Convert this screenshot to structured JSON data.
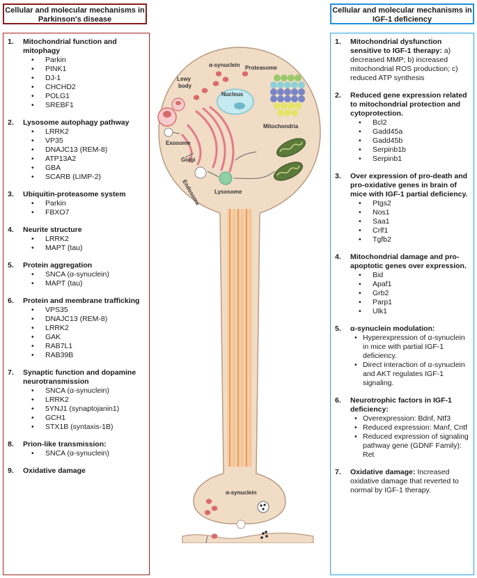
{
  "left_header": "Cellular and molecular mechanisms in Parkinson's disease",
  "right_header": "Cellular and molecular mechanisms in IGF-1 deficiency",
  "left_sections": [
    {
      "num": "1.",
      "title": "Mitochondrial function and mitophagy",
      "items": [
        "Parkin",
        "PINK1",
        "DJ-1",
        "CHCHD2",
        "POLG1",
        "SREBF1"
      ]
    },
    {
      "num": "2.",
      "title": "Lysosome autophagy pathway",
      "items": [
        "LRRK2",
        "VP35",
        "DNAJC13 (REM-8)",
        "ATP13A2",
        "GBA",
        "SCARB (LIMP-2)"
      ]
    },
    {
      "num": "3.",
      "title": "Ubiquitin-proteasome system",
      "items": [
        "Parkin",
        "FBXO7"
      ]
    },
    {
      "num": "4.",
      "title": "Neurite structure",
      "items": [
        "LRRK2",
        "MAPT (tau)"
      ]
    },
    {
      "num": "5.",
      "title": "Protein aggregation",
      "items": [
        "SNCA (α-synuclein)",
        "MAPT (tau)"
      ]
    },
    {
      "num": "6.",
      "title": "Protein and membrane trafficking",
      "items": [
        "VPS35",
        "DNAJC13 (REM-8)",
        "LRRK2",
        "GAK",
        "RAB7L1",
        "RAB39B"
      ]
    },
    {
      "num": "7.",
      "title": "Synaptic function and dopamine neurotransmission",
      "items": [
        "SNCA (α-synuclein)",
        "LRRK2",
        "5YNJ1 (synaptojanin1)",
        "GCH1",
        "STX1B (syntaxis-1B)"
      ]
    },
    {
      "num": "8.",
      "title": "Prion-like transmission:",
      "items": [
        "SNCA (α-synuclein)"
      ]
    },
    {
      "num": "9.",
      "title": "Oxidative damage",
      "items": []
    }
  ],
  "right_sections": [
    {
      "num": "1.",
      "title": "Mitochondrial dysfunction sensitive to IGF-1 therapy:",
      "text": " a) decreased MMP; b) increased mitochondrial ROS production; c) reduced ATP synthesis",
      "items": [],
      "subs": []
    },
    {
      "num": "2.",
      "title": "Reduced gene expression related to mitochondrial protection and cytoprotection.",
      "text": "",
      "items": [
        "Bcl2",
        "Gadd45a",
        "Gadd45b",
        "Serpinb1b",
        "Serpinb1"
      ],
      "subs": []
    },
    {
      "num": "3.",
      "title": "Over expression of pro-death and pro-oxidative genes in brain of mice with IGF-1 partial deficiency.",
      "text": "",
      "items": [
        "Ptgs2",
        "Nos1",
        "Saa1",
        "Crlf1",
        "Tgfb2"
      ],
      "subs": []
    },
    {
      "num": "4.",
      "title": "Mitochondrial damage and pro-apoptotic genes over expression.",
      "text": "",
      "items": [
        "Bid",
        "Apaf1",
        "Grb2",
        "Parp1",
        "Ulk1"
      ],
      "subs": []
    },
    {
      "num": "5.",
      "title": "α-synuclein modulation:",
      "text": "",
      "items": [],
      "subs": [
        "Hyperexpression of α-synuclein in mice with partial IGF-1 deficiency.",
        "Direct interaction of α-synuclein and AKT regulates IGF-1 signaling."
      ]
    },
    {
      "num": "6.",
      "title": "Neurotrophic factors in IGF-1 deficiency:",
      "text": "",
      "items": [],
      "subs": [
        "Overexpression: Bdnf, Ntf3",
        "Reduced expression: Manf, Cntf",
        "Reduced expression of signaling pathway gene (GDNF Family): Ret"
      ]
    },
    {
      "num": "7.",
      "title": "Oxidative damage:",
      "text": " Increased oxidative damage that reverted to normal by IGF-1 therapy.",
      "items": [],
      "subs": []
    }
  ],
  "diagram_labels": {
    "alpha_syn_top": "α-synuclein",
    "proteasome": "Proteasome",
    "lewy": "Lewy",
    "body": "body",
    "nucleus": "Nucleus",
    "mitochondria": "Mitochondria",
    "exosome": "Exosome",
    "golgi": "Golgi",
    "endosome": "Endosome",
    "lysosome": "Lysosome",
    "alpha_syn_bottom": "α-synuclein"
  },
  "colors": {
    "left_border": "#8b1a1a",
    "right_border": "#1e8fe0",
    "neuron": "#f1dcc6",
    "neuron_edge": "#b99a82",
    "axon": "#f0c9a0",
    "axon_line": "#f08a3c",
    "vesicle": "#d96b6b"
  }
}
